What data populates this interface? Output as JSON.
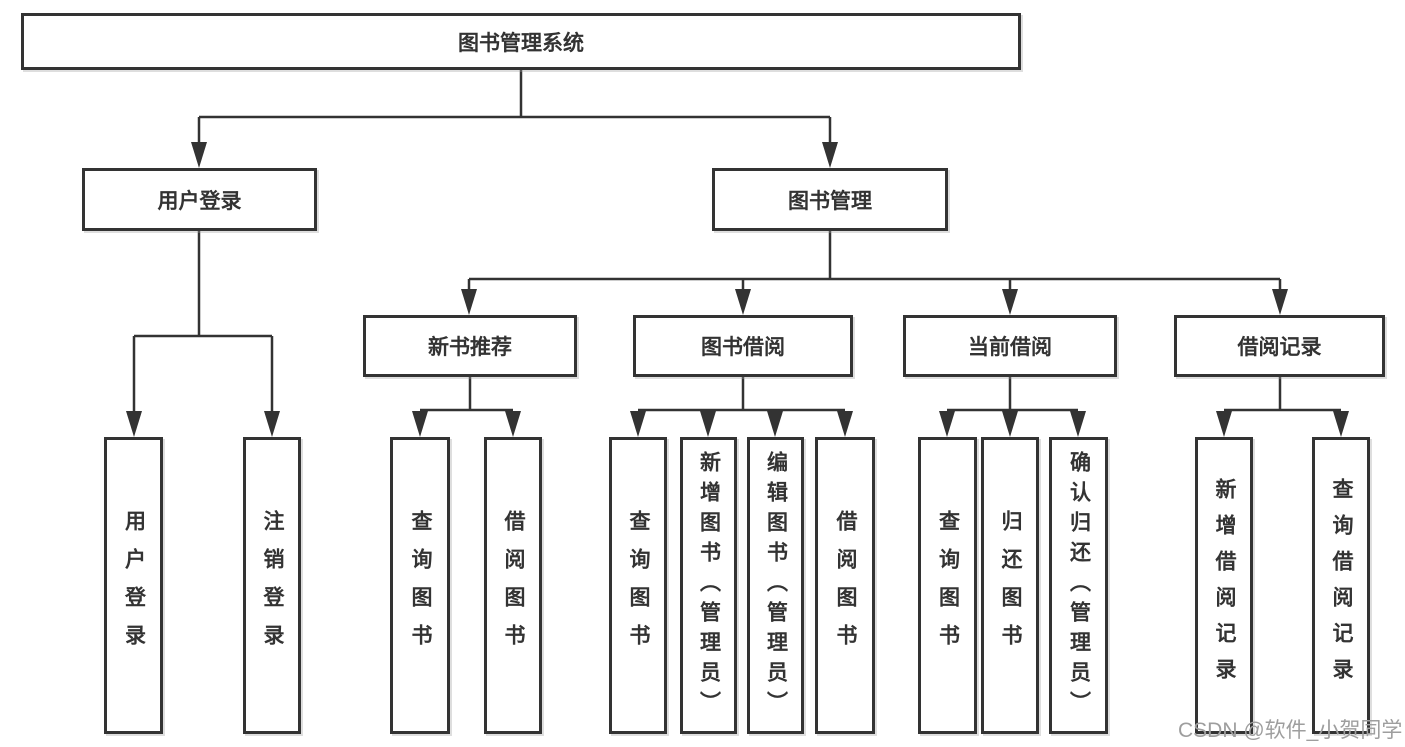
{
  "colors": {
    "line": "#333333",
    "box_border": "#333333",
    "text": "#333333",
    "watermark": "#9e9e9e",
    "background": "#ffffff"
  },
  "nodes": {
    "root": {
      "label": "图书管理系统"
    },
    "user_login": {
      "label": "用户登录"
    },
    "book_mgmt": {
      "label": "图书管理"
    },
    "new_book_rec": {
      "label": "新书推荐"
    },
    "book_borrow": {
      "label": "图书借阅"
    },
    "current_borrow": {
      "label": "当前借阅"
    },
    "borrow_record": {
      "label": "借阅记录"
    },
    "leaf_user_login": {
      "label": "用户登录"
    },
    "leaf_logout": {
      "label": "注销登录"
    },
    "rec_query_book": {
      "label": "查询图书"
    },
    "rec_borrow_book": {
      "label": "借阅图书"
    },
    "bb_query_book": {
      "label": "查询图书"
    },
    "bb_add_book": {
      "label": "新增图书（管理员）"
    },
    "bb_edit_book": {
      "label": "编辑图书（管理员）"
    },
    "bb_borrow_book": {
      "label": "借阅图书"
    },
    "cb_query_book": {
      "label": "查询图书"
    },
    "cb_return_book": {
      "label": "归还图书"
    },
    "cb_confirm_return": {
      "label": "确认归还（管理员）"
    },
    "br_add_record": {
      "label": "新增借阅记录"
    },
    "br_query_record": {
      "label": "查询借阅记录"
    }
  },
  "watermark": "CSDN @软件_小贺同学"
}
